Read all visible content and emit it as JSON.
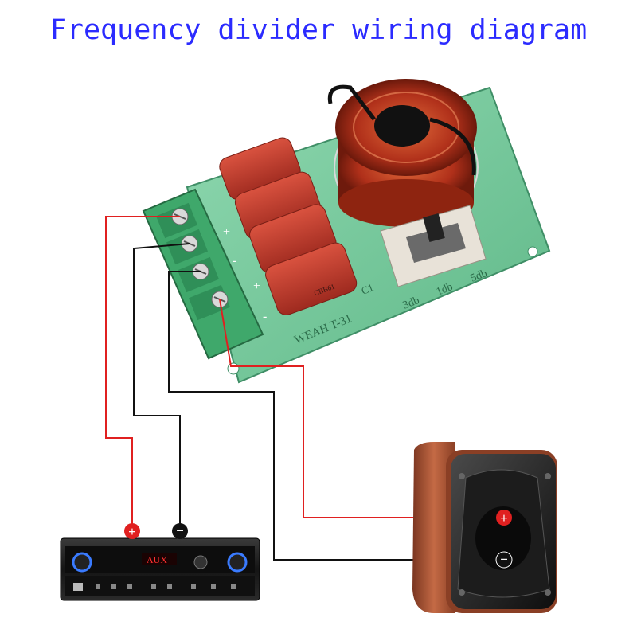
{
  "title": "Frequency divider wiring diagram",
  "colors": {
    "title": "#2b2bff",
    "board": "#6fc79a",
    "red_wire": "#e02020",
    "black_wire": "#111111",
    "capacitor": "#c8392e",
    "coil": "#b52a14",
    "speaker_wood": "#b05a3a",
    "amp_body": "#1a1a1a"
  },
  "board": {
    "model": "WEAH T-31",
    "component_label": "C1",
    "attenuation_options": [
      "3db",
      "1db",
      "5db"
    ],
    "terminal_marks": [
      "+",
      "-",
      "+",
      "-"
    ],
    "capacitor_text": "CBB61"
  },
  "amplifier": {
    "display": "AUX",
    "plus_symbol": "+",
    "minus_symbol": "−"
  },
  "speaker": {
    "plus_symbol": "+",
    "minus_symbol": "−"
  },
  "icons": {
    "plus": "plus-terminal-icon",
    "minus": "minus-terminal-icon"
  }
}
